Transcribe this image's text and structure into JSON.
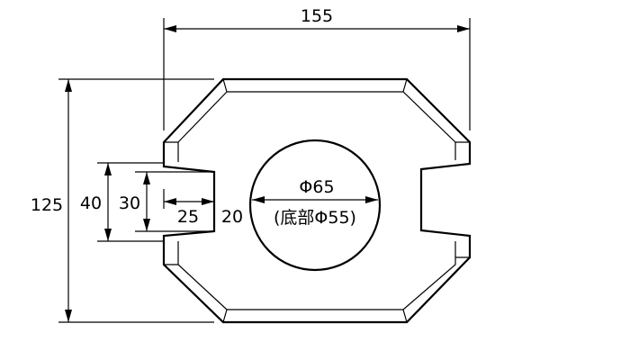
{
  "dimensions": {
    "overall_width": "155",
    "overall_height": "125",
    "notch_outer_height": "40",
    "notch_inner_height": "30",
    "notch_depth": "25",
    "notch_width": "20"
  },
  "hole": {
    "diameter_label": "Φ65",
    "bottom_label": "(底部Φ55)"
  }
}
